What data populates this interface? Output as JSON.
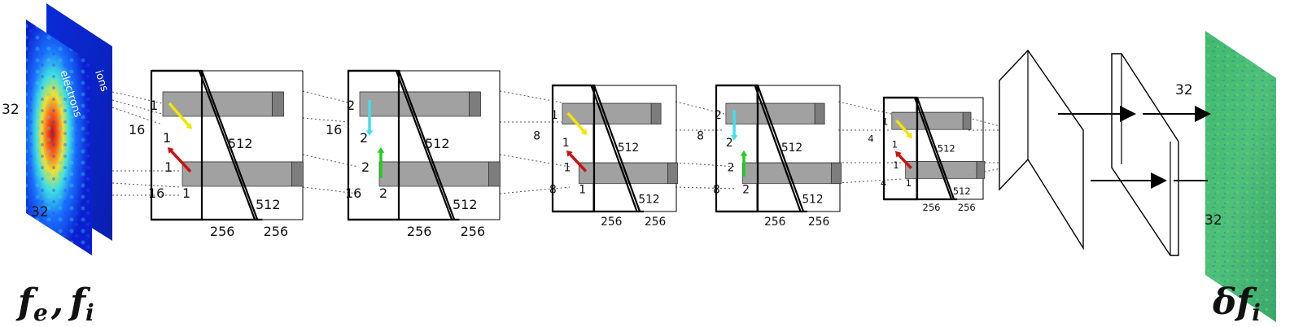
{
  "input": {
    "planes": [
      "electrons",
      "ions"
    ],
    "height_label": "32",
    "width_label": "32",
    "formula": {
      "f1": "f",
      "s1": "e",
      "comma": ",",
      "f2": "f",
      "s2": "i"
    }
  },
  "output": {
    "height_label": "32",
    "width_label": "32",
    "formula": {
      "delta": "δ",
      "f": "f",
      "s": "i"
    }
  },
  "blocks": [
    {
      "depth_top": "1",
      "height_top": "16",
      "height_bottom": "16",
      "depth_bot": "1",
      "arrow_top_label": "1",
      "arrow_bot_label": "1",
      "inner_top": "512",
      "inner_bot": "512",
      "width_a": "256",
      "width_b": "256"
    },
    {
      "depth_top": "2",
      "height_top": "16",
      "height_bottom": "16",
      "depth_bot": "2",
      "arrow_top_label": "2",
      "arrow_bot_label": "2",
      "inner_top": "512",
      "inner_bot": "512",
      "width_a": "256",
      "width_b": "256"
    },
    {
      "depth_top": "1",
      "height_top": "8",
      "height_bottom": "8",
      "depth_bot": "1",
      "arrow_top_label": "1",
      "arrow_bot_label": "1",
      "inner_top": "512",
      "inner_bot": "512",
      "width_a": "256",
      "width_b": "256"
    },
    {
      "depth_top": "2",
      "height_top": "8",
      "height_bottom": "8",
      "depth_bot": "2",
      "arrow_top_label": "2",
      "arrow_bot_label": "2",
      "inner_top": "512",
      "inner_bot": "512",
      "width_a": "256",
      "width_b": "256"
    },
    {
      "depth_top": "1",
      "height_top": "4",
      "height_bottom": "4",
      "depth_bot": "1",
      "arrow_top_label": "1",
      "arrow_bot_label": "1",
      "inner_top": "512",
      "inner_bot": "512",
      "width_a": "256",
      "width_b": "256"
    }
  ],
  "arrow_colors": {
    "yellow": "#f2e600",
    "red": "#cc1010",
    "cyan": "#3fe0ef",
    "green": "#22cc22"
  },
  "fill_colors": {
    "inner": "#9a9a9a",
    "inner_side": "#7d7d7d",
    "inner_top": "#bdbdbd"
  }
}
